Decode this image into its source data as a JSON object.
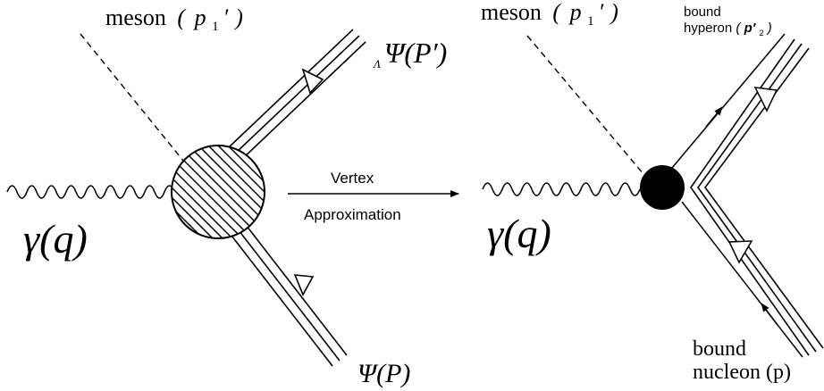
{
  "left_diagram": {
    "meson_label": {
      "word": "meson",
      "open": "(",
      "symbol": "p",
      "sub": "1",
      "prime": "′",
      "close": ")"
    },
    "photon_label": "γ(q)",
    "outgoing_label": {
      "sub": "Λ",
      "main": "Ψ(P′)"
    },
    "incoming_label": "Ψ(P)"
  },
  "arrow": {
    "top_label": "Vertex",
    "bottom_label": "Approximation"
  },
  "right_diagram": {
    "meson_label": {
      "word": "meson",
      "open": "(",
      "symbol": "p",
      "sub": "1",
      "prime": "′",
      "close": ")"
    },
    "hyperon_label": {
      "line1": "bound",
      "line2": "hyperon",
      "open": "(",
      "symbol": "p′",
      "sub": "2",
      "close": ")"
    },
    "photon_label": "γ(q)",
    "nucleon_label": {
      "line1": "bound",
      "line2": "nucleon (p)"
    }
  }
}
